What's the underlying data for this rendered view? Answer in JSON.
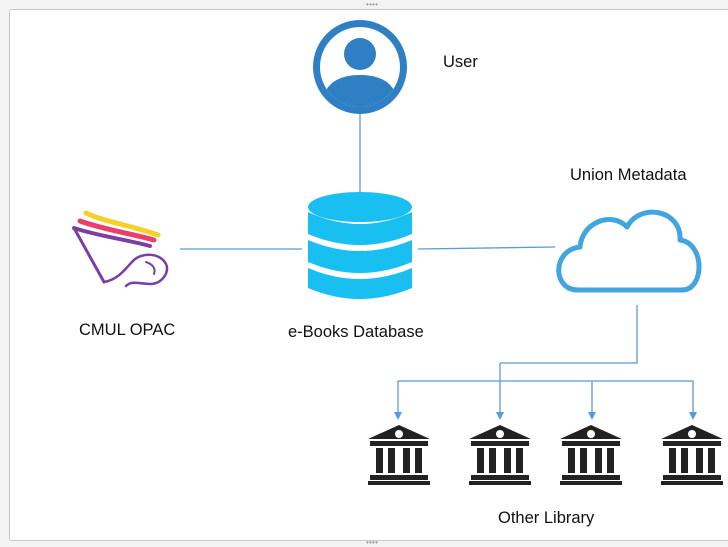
{
  "nodes": {
    "user": {
      "label": "User"
    },
    "union": {
      "label": "Union Metadata"
    },
    "opac": {
      "label": "CMUL OPAC"
    },
    "database": {
      "label": "e-Books Database"
    },
    "libraries": {
      "label": "Other Library"
    }
  },
  "colors": {
    "user_icon": "#2f7fc4",
    "database": "#19bff0",
    "cloud_stroke": "#41a5e0",
    "connector": "#5b9bd5",
    "library_icon": "#222222",
    "logo_yellow": "#f2d22a",
    "logo_pink": "#e83f6f",
    "logo_purple": "#7b3fa3"
  },
  "icons": [
    "user-icon",
    "database-icon",
    "cloud-icon",
    "cmul-logo",
    "library-icon"
  ]
}
